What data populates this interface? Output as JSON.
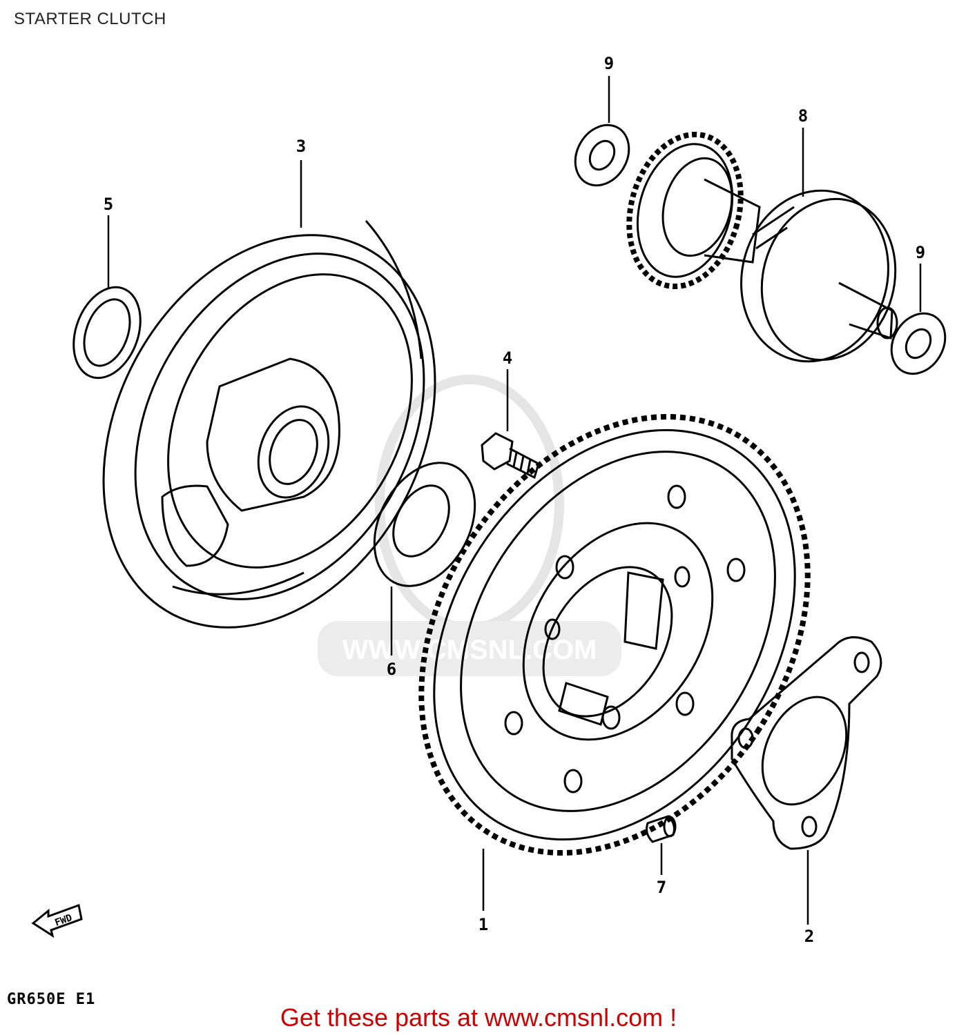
{
  "title": "STARTER CLUTCH",
  "model_code": "GR650E  E1",
  "cta_text": "Get these parts at www.cmsnl.com !",
  "fwd_label": "FWD",
  "watermark_text": "WWW.CMSNL.COM",
  "callouts": [
    {
      "id": "1",
      "label": "1"
    },
    {
      "id": "2",
      "label": "2"
    },
    {
      "id": "3",
      "label": "3"
    },
    {
      "id": "4",
      "label": "4"
    },
    {
      "id": "5",
      "label": "5"
    },
    {
      "id": "6",
      "label": "6"
    },
    {
      "id": "7",
      "label": "7"
    },
    {
      "id": "8",
      "label": "8"
    },
    {
      "id": "9a",
      "label": "9"
    },
    {
      "id": "9b",
      "label": "9"
    }
  ],
  "colors": {
    "line": "#000000",
    "cta": "#cc0000",
    "watermark": "#d8d8d8"
  }
}
